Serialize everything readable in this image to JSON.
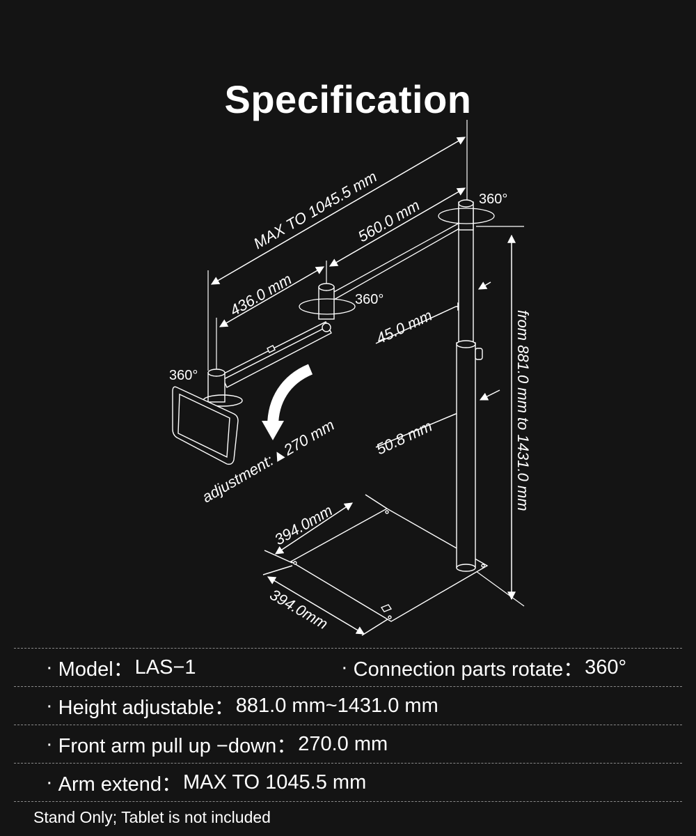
{
  "title": "Specification",
  "diagram": {
    "dim_max_arm": "MAX TO 1045.5 mm",
    "dim_560": "560.0 mm",
    "dim_436": "436.0 mm",
    "dim_45": "45.0 mm",
    "dim_508": "50.8 mm",
    "dim_height": "from 881.0 mm to 1431.0 mm",
    "rot_top": "360°",
    "rot_mid": "360°",
    "rot_left": "360°",
    "adjustment": "adjustment:▲270 mm",
    "base_a": "394.0mm",
    "base_b": "394.0mm"
  },
  "specs": [
    {
      "label": "Model：",
      "value": "LAS−1",
      "right_label": "Connection parts rotate：",
      "right_value": "360°"
    },
    {
      "label": "Height adjustable：",
      "value": "881.0 mm~1431.0 mm"
    },
    {
      "label": "Front arm pull up −down：",
      "value": "270.0 mm"
    },
    {
      "label": "Arm extend：",
      "value": "MAX TO 1045.5 mm"
    }
  ],
  "bullet": "·",
  "note": "Stand Only; Tablet is not included"
}
